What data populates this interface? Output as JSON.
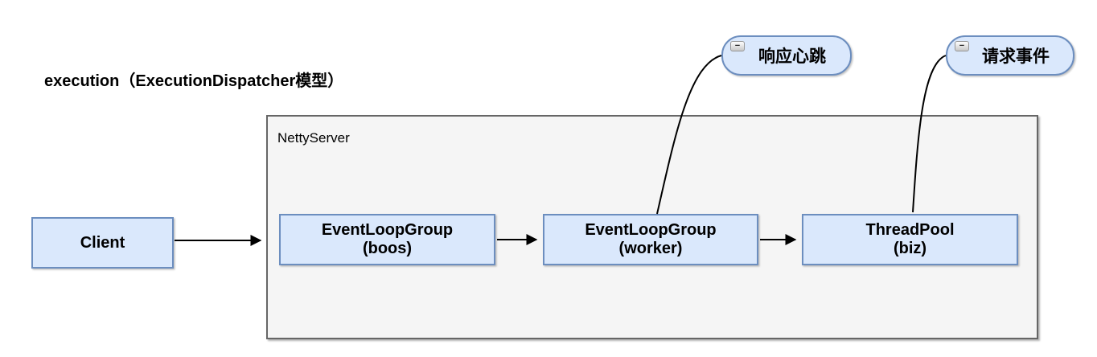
{
  "title": "execution（ExecutionDispatcher模型）",
  "container": {
    "label": "NettyServer"
  },
  "nodes": {
    "client": {
      "label": "Client",
      "sublabel": ""
    },
    "boos": {
      "label": "EventLoopGroup",
      "sublabel": "(boos)"
    },
    "worker": {
      "label": "EventLoopGroup",
      "sublabel": "(worker)"
    },
    "threadpool": {
      "label": "ThreadPool",
      "sublabel": "(biz)"
    }
  },
  "callouts": {
    "heartbeat": {
      "label": "响应心跳",
      "collapse_icon": "−"
    },
    "request": {
      "label": "请求事件",
      "collapse_icon": "−"
    }
  },
  "edges": [
    {
      "from": "client",
      "to": "netty-server-container",
      "type": "arrow"
    },
    {
      "from": "boos",
      "to": "worker",
      "type": "arrow"
    },
    {
      "from": "worker",
      "to": "threadpool",
      "type": "arrow"
    },
    {
      "from": "callout-heartbeat",
      "to": "worker",
      "type": "curve"
    },
    {
      "from": "callout-request",
      "to": "threadpool",
      "type": "curve"
    }
  ],
  "colors": {
    "node_fill": "#dae8fc",
    "node_stroke": "#6c8ebf",
    "container_fill": "#f5f5f5",
    "container_stroke": "#666666",
    "edge": "#000000",
    "text": "#000000"
  }
}
